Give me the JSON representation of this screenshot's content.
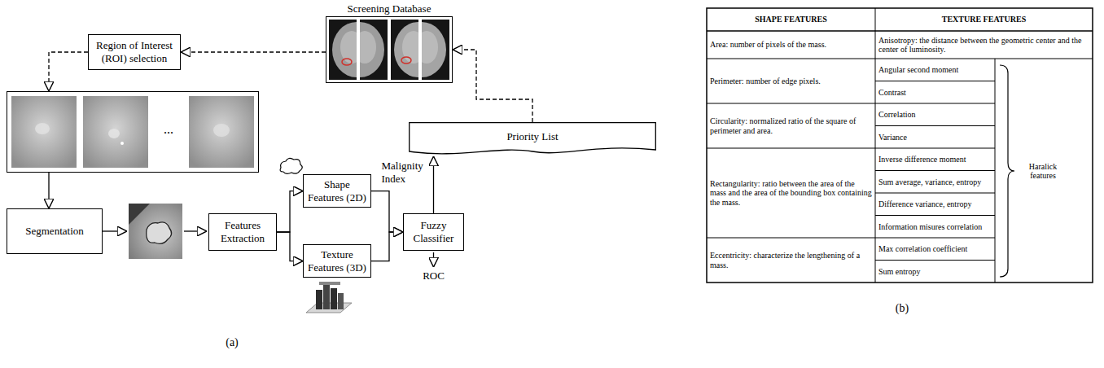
{
  "diagram": {
    "nodes": [
      {
        "text": [
          "Screening Database"
        ]
      },
      {
        "text": [
          "Region of Interest (ROI) selection"
        ]
      },
      {
        "text": [
          "..."
        ]
      },
      {
        "text": [
          "Segmentation"
        ]
      },
      {
        "text": [
          "Features Extraction"
        ]
      },
      {
        "text": [
          "Shape Features (2D)"
        ]
      },
      {
        "text": [
          "Texture Features (3D)"
        ]
      },
      {
        "text": [
          "Fuzzy Classifier"
        ]
      },
      {
        "text": [
          "Priority List"
        ]
      }
    ],
    "edges": [
      {
        "from": 0,
        "to": 1,
        "arrow": "to"
      },
      {
        "from": 1,
        "to": 2,
        "arrow": "to"
      },
      {
        "from": 2,
        "to": 3,
        "arrow": "to"
      },
      {
        "from": 4,
        "to": 5,
        "arrow": "to"
      },
      {
        "from": 4,
        "to": 6,
        "arrow": "to"
      },
      {
        "from": 5,
        "to": 7,
        "arrow": "to"
      },
      {
        "from": 6,
        "to": 7,
        "arrow": "to"
      },
      {
        "from": 7,
        "to": 8,
        "label": "Malignity Index",
        "arrow": "to"
      },
      {
        "from": 8,
        "to": 0,
        "arrow": "to"
      }
    ],
    "labels": [
      "ROC",
      "(a)",
      "(b)",
      "SHAPE FEATURES",
      "TEXTURE FEATURES",
      "Area: number of pixels of the mass.",
      "Anisotropy: the distance between the geometric center and the center of luminosity.",
      "Perimeter: number of edge pixels.",
      "Angular second moment",
      "Contrast",
      "Circularity: normalized ratio of the square of perimeter and area.",
      "Correlation",
      "Variance",
      "Rectangularity: ratio between the area of the mass and the area of the bounding box containing the mass.",
      "Inverse difference moment",
      "Sum average, variance, entropy",
      "Difference variance, entropy",
      "Information misures correlation",
      "Eccentricity: characterize the lengthening of a mass.",
      "Max correlation coefficient",
      "Sum entropy",
      "Haralick features"
    ]
  }
}
